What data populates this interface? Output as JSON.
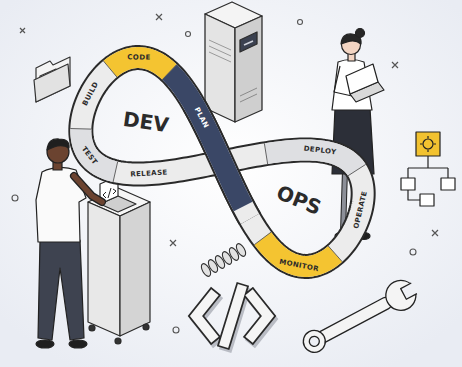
{
  "diagram": {
    "labels": [
      "CODE",
      "PLAN",
      "BUILD",
      "DEV",
      "TEST",
      "RELEASE",
      "DEPLOY",
      "OPS",
      "OPERATE",
      "MONITOR"
    ]
  }
}
